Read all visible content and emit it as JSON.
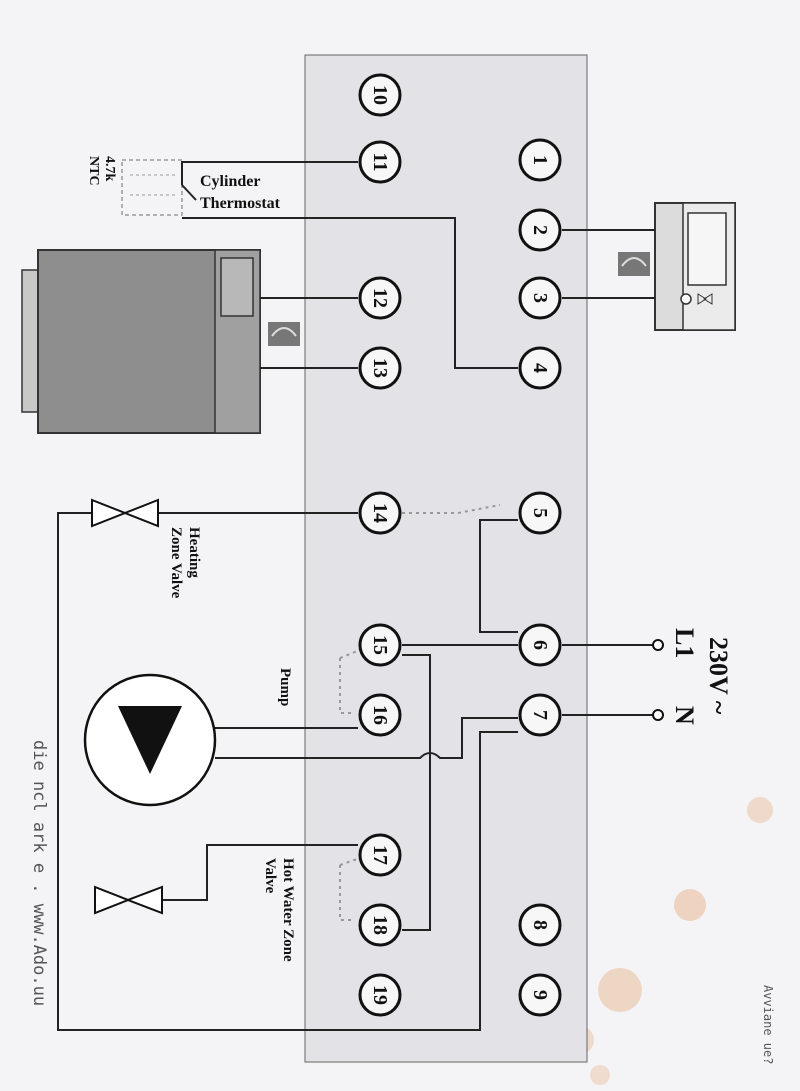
{
  "terminals": [
    "1",
    "2",
    "3",
    "4",
    "5",
    "6",
    "7",
    "8",
    "9",
    "10",
    "11",
    "12",
    "13",
    "14",
    "15",
    "16",
    "17",
    "18",
    "19"
  ],
  "labels": {
    "cylinder_thermostat_line1": "Cylinder",
    "cylinder_thermostat_line2": "Thermostat",
    "ntc_line1": "4.7k",
    "ntc_line2": "NTC",
    "heating_zone_valve_line1": "Heating",
    "heating_zone_valve_line2": "Zone Valve",
    "pump": "Pump",
    "hot_water_zone_valve_line1": "Hot Water Zone",
    "hot_water_zone_valve_line2": "Valve",
    "voltage": "230V ~",
    "live": "L1",
    "neutral": "N"
  },
  "handwriting": {
    "margin_note": "die ncl ark e . www.Ado.uu",
    "corner_note": "Avviane ue?"
  },
  "colors": {
    "terminal_board": "#e2e2e7",
    "wire": "#222222",
    "device_body": "#909090",
    "stain": "#e8b894"
  }
}
